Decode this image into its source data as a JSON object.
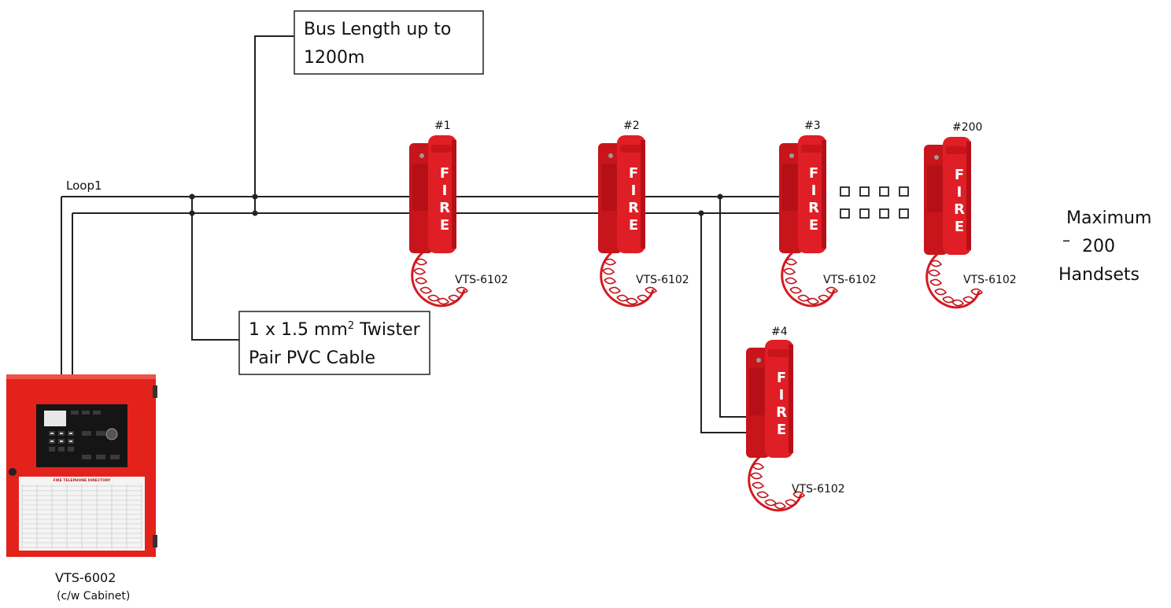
{
  "loop_label": "Loop1",
  "bus_length_note": [
    "Bus Length up to",
    "1200m"
  ],
  "cable_note": {
    "line1_prefix": "1 x 1.5 mm",
    "line1_superscript": "2",
    "line1_suffix": " Twister",
    "line2": "Pair PVC Cable"
  },
  "controller": {
    "model": "VTS-6002",
    "note": "(c/w  Cabinet)",
    "panel_header": "FIRE TELEPHONE DIRECTORY"
  },
  "handsets": [
    {
      "number": "#1",
      "model": "VTS-6102",
      "handset_text": "FIRE"
    },
    {
      "number": "#2",
      "model": "VTS-6102",
      "handset_text": "FIRE"
    },
    {
      "number": "#3",
      "model": "VTS-6102",
      "handset_text": "FIRE"
    },
    {
      "number": "#200",
      "model": "VTS-6102",
      "handset_text": "FIRE"
    },
    {
      "number": "#4",
      "model": "VTS-6102",
      "handset_text": "FIRE"
    }
  ],
  "max_note": [
    "Maximum",
    "200",
    "Handsets"
  ],
  "max_note_dash": "–",
  "colors": {
    "phone_red": "#d7191f",
    "cabinet_red": "#e3221b",
    "wire": "#222222"
  }
}
